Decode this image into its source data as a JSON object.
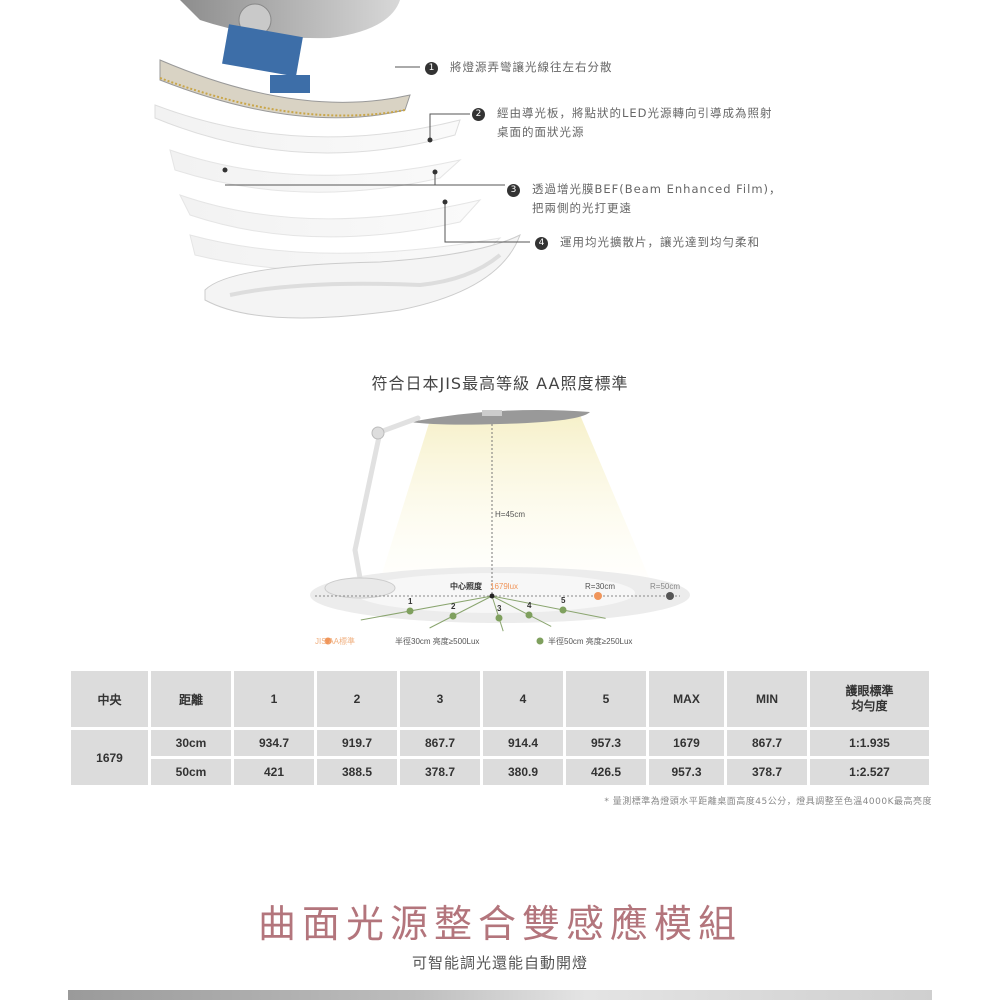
{
  "exploded_view": {
    "callouts": [
      {
        "number": "1",
        "lines": [
          "將燈源弄彎讓光線往左右分散"
        ]
      },
      {
        "number": "2",
        "lines": [
          "經由導光板，將點狀的LED光源轉向引導成為照射",
          "桌面的面狀光源"
        ]
      },
      {
        "number": "3",
        "lines": [
          "透過增光膜BEF(Beam Enhanced Film)，",
          "把兩側的光打更遠"
        ]
      },
      {
        "number": "4",
        "lines": [
          "運用均光擴散片，讓光達到均勻柔和"
        ]
      }
    ]
  },
  "illumination": {
    "title": "符合日本JIS最高等級 AA照度標準",
    "height_label": "H=45cm",
    "center_label": "中心照度",
    "center_value": "1679lux",
    "r30_label": "R=30cm",
    "r50_label": "R=50cm",
    "points": [
      "1",
      "2",
      "3",
      "4",
      "5"
    ],
    "legend": {
      "jis_label": "JIS AA標準",
      "r30_text": "半徑30cm 亮度≥500Lux",
      "r50_text": "半徑50cm 亮度≥250Lux"
    },
    "colors": {
      "orange": "#f0955a",
      "green": "#7fa05e",
      "dark": "#555555"
    }
  },
  "table": {
    "headers": [
      "中央",
      "距離",
      "1",
      "2",
      "3",
      "4",
      "5",
      "MAX",
      "MIN",
      "護眼標準\n均勻度"
    ],
    "center_value": "1679",
    "rows": [
      {
        "distance": "30cm",
        "values": [
          "934.7",
          "919.7",
          "867.7",
          "914.4",
          "957.3",
          "1679",
          "867.7",
          "1:1.935"
        ]
      },
      {
        "distance": "50cm",
        "values": [
          "421",
          "388.5",
          "378.7",
          "380.9",
          "426.5",
          "957.3",
          "378.7",
          "1:2.527"
        ]
      }
    ],
    "footnote": "* 量測標準為燈頭水平距離桌面高度45公分，燈具調整至色溫4000K最高亮度"
  },
  "feature": {
    "title": "曲面光源整合雙感應模組",
    "subtitle": "可智能調光還能自動開燈",
    "title_color": "#b3757c"
  }
}
